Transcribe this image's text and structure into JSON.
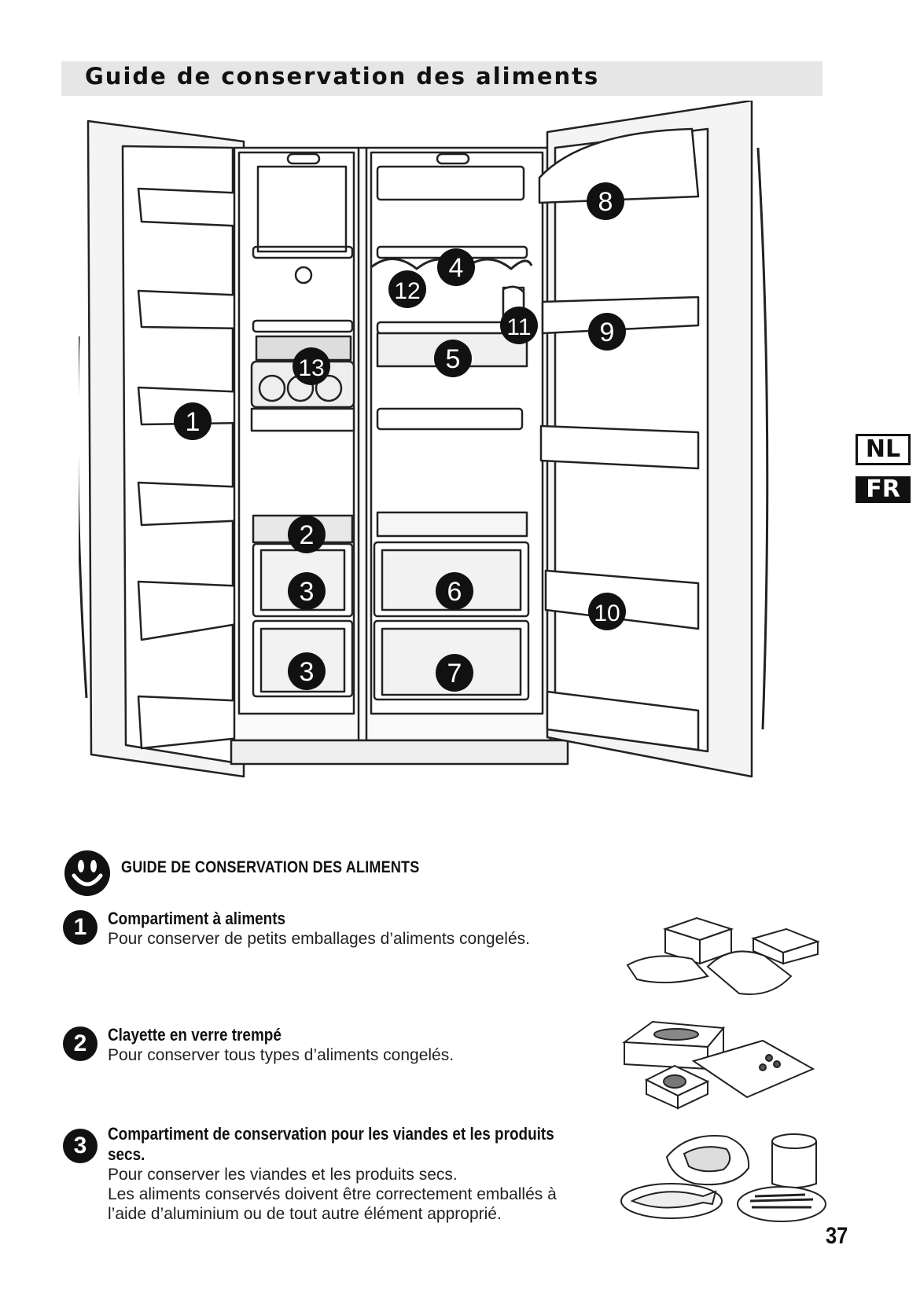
{
  "header": {
    "title": "Guide de conservation des aliments"
  },
  "language_tabs": [
    "NL",
    "FR"
  ],
  "diagram": {
    "callouts": [
      "1",
      "2",
      "3",
      "3",
      "4",
      "5",
      "6",
      "7",
      "8",
      "9",
      "10",
      "11",
      "12",
      "13"
    ]
  },
  "section": {
    "icon": "smiley-face-icon",
    "heading": "GUIDE DE CONSERVATION DES ALIMENTS"
  },
  "items": [
    {
      "number": "1",
      "title": "Compartiment à aliments",
      "description": [
        "Pour conserver de petits emballages d’aliments congelés."
      ],
      "image_icon": "frozen-food-packages-icon"
    },
    {
      "number": "2",
      "title": "Clayette en verre trempé",
      "description": [
        "Pour conserver tous types d’aliments congelés."
      ],
      "image_icon": "frozen-food-boxes-icon"
    },
    {
      "number": "3",
      "title_lines": [
        "Compartiment de conservation pour les viandes et les produits",
        "secs."
      ],
      "description": [
        "Pour conserver les viandes et les produits secs.",
        "Les aliments conservés doivent être correctement emballés à",
        "l’aide d’aluminium ou de tout autre élément approprié."
      ],
      "image_icon": "meat-and-fish-icon"
    }
  ],
  "page_number": "37"
}
